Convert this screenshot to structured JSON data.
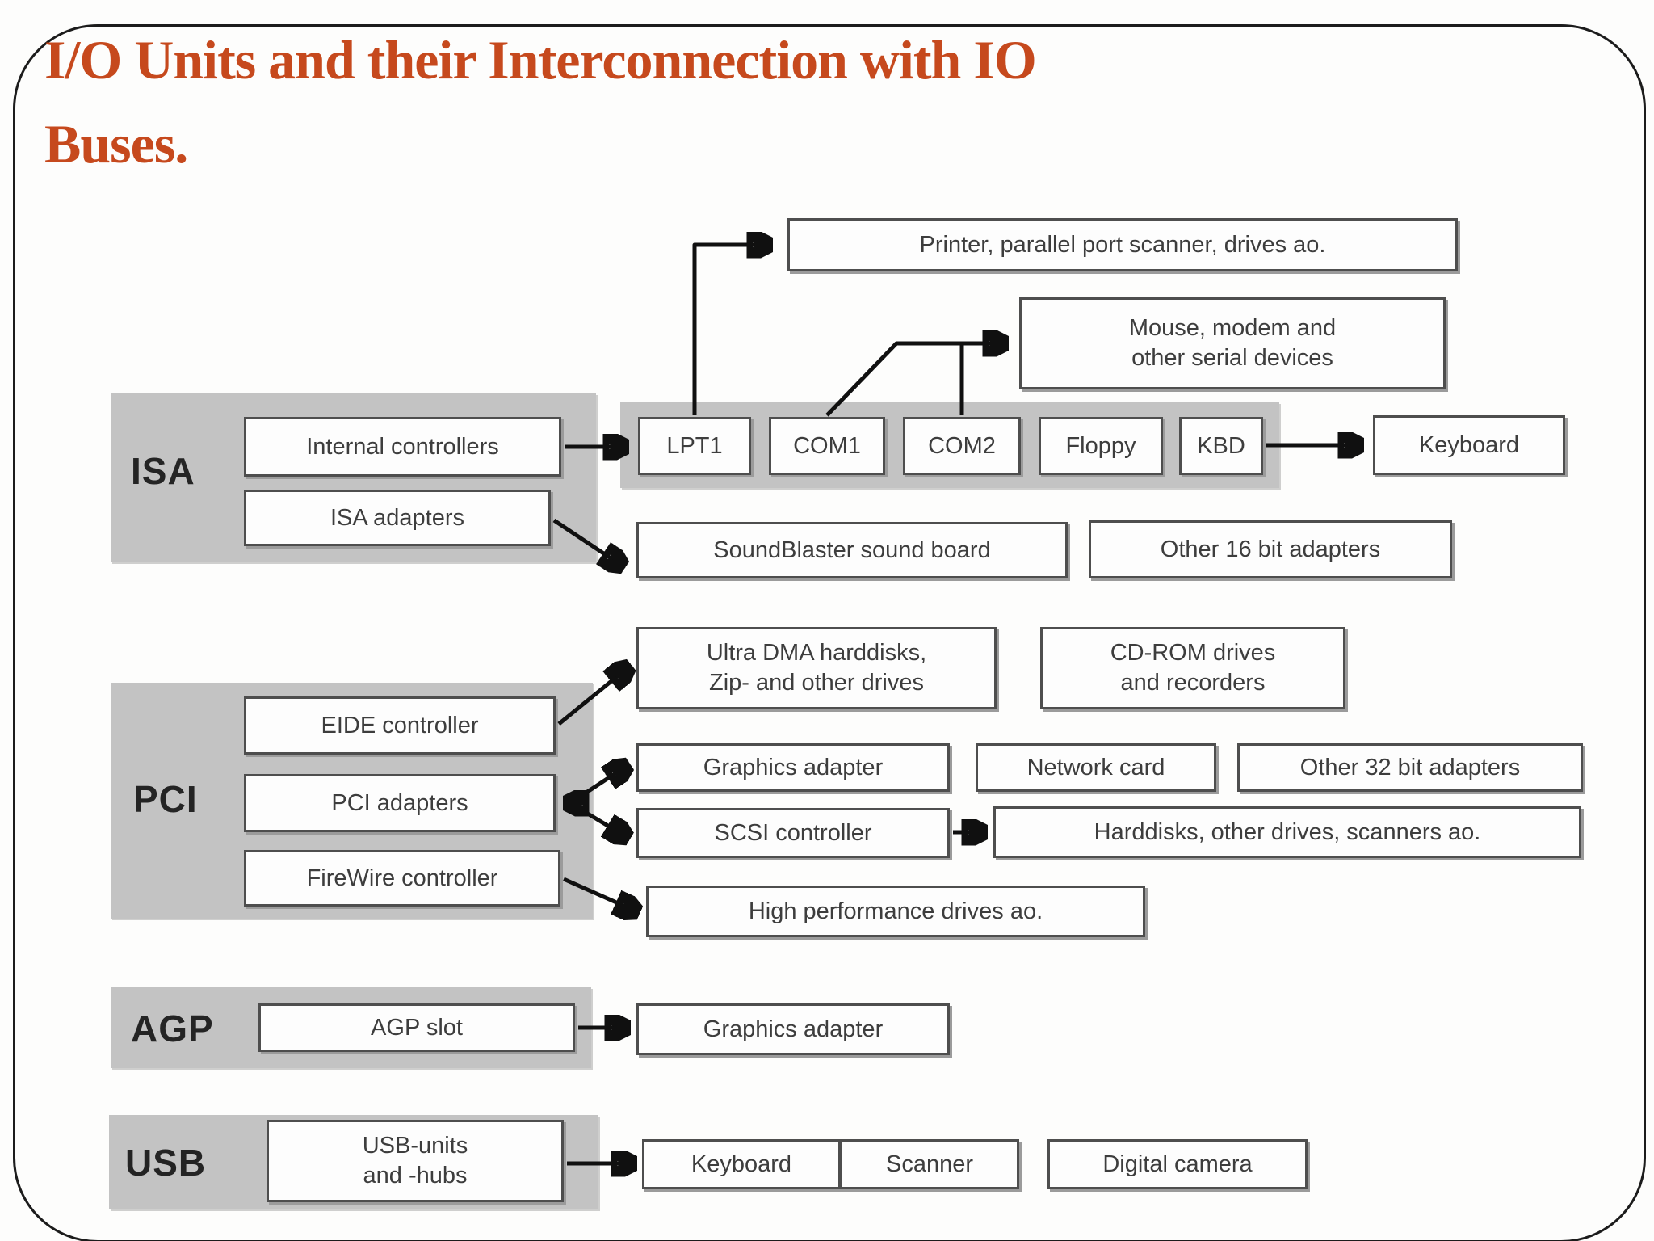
{
  "title": {
    "line1": "I/O Units and their Interconnection with IO",
    "line2": "Buses.",
    "color": "#c6491d"
  },
  "colors": {
    "accent_title": "#c6491d",
    "bus_block_fill": "#c3c3c3",
    "box_border": "#4e4e4e",
    "wire": "#101010"
  },
  "diagram": {
    "printer": "Printer, parallel port scanner, drives ao.",
    "mouse": {
      "line1": "Mouse, modem and",
      "line2": "other serial devices"
    },
    "isa": {
      "label": "ISA",
      "internal": "Internal controllers",
      "adapters": "ISA adapters"
    },
    "ports": {
      "lpt1": "LPT1",
      "com1": "COM1",
      "com2": "COM2",
      "floppy": "Floppy",
      "kbd": "KBD"
    },
    "keyboard": "Keyboard",
    "soundblaster": "SoundBlaster sound board",
    "other16": "Other 16 bit adapters",
    "pci": {
      "label": "PCI",
      "eide": "EIDE controller",
      "adapters": "PCI adapters",
      "firewire": "FireWire controller"
    },
    "ultra_dma": {
      "line1": "Ultra DMA harddisks,",
      "line2": "Zip- and other drives"
    },
    "cdrom": {
      "line1": "CD-ROM drives",
      "line2": "and recorders"
    },
    "graphics_pci": "Graphics adapter",
    "network": "Network card",
    "other32": "Other 32 bit adapters",
    "scsi": "SCSI controller",
    "harddisks": "Harddisks, other drives, scanners ao.",
    "highperf": "High performance drives ao.",
    "agp": {
      "label": "AGP",
      "slot": "AGP slot",
      "graphics": "Graphics adapter"
    },
    "usb": {
      "label": "USB",
      "units_line1": "USB-units",
      "units_line2": "and -hubs",
      "keyboard": "Keyboard",
      "scanner": "Scanner",
      "camera": "Digital camera"
    }
  }
}
